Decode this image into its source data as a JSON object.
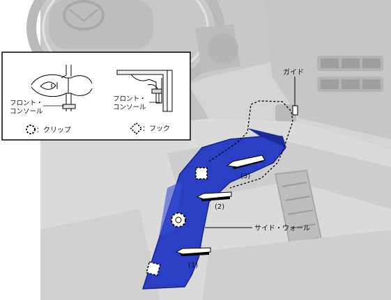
{
  "inset": {
    "clip_label_1": "フロント・",
    "clip_label_2": "コンソール",
    "hook_label_1": "フロント・",
    "hook_label_2": "コンソール",
    "legend_clip": "：クリップ",
    "legend_hook": "：フック"
  },
  "callouts": {
    "guide": "ガイド",
    "side_wall": "サイド・ウォール",
    "step_1": "(1)",
    "step_2": "(2)",
    "step_3": "(3)"
  },
  "colors": {
    "panel_blue": "#2a3fc4",
    "panel_blue_dark": "#1c2d9a",
    "background_gray": "#d2d2d2"
  }
}
